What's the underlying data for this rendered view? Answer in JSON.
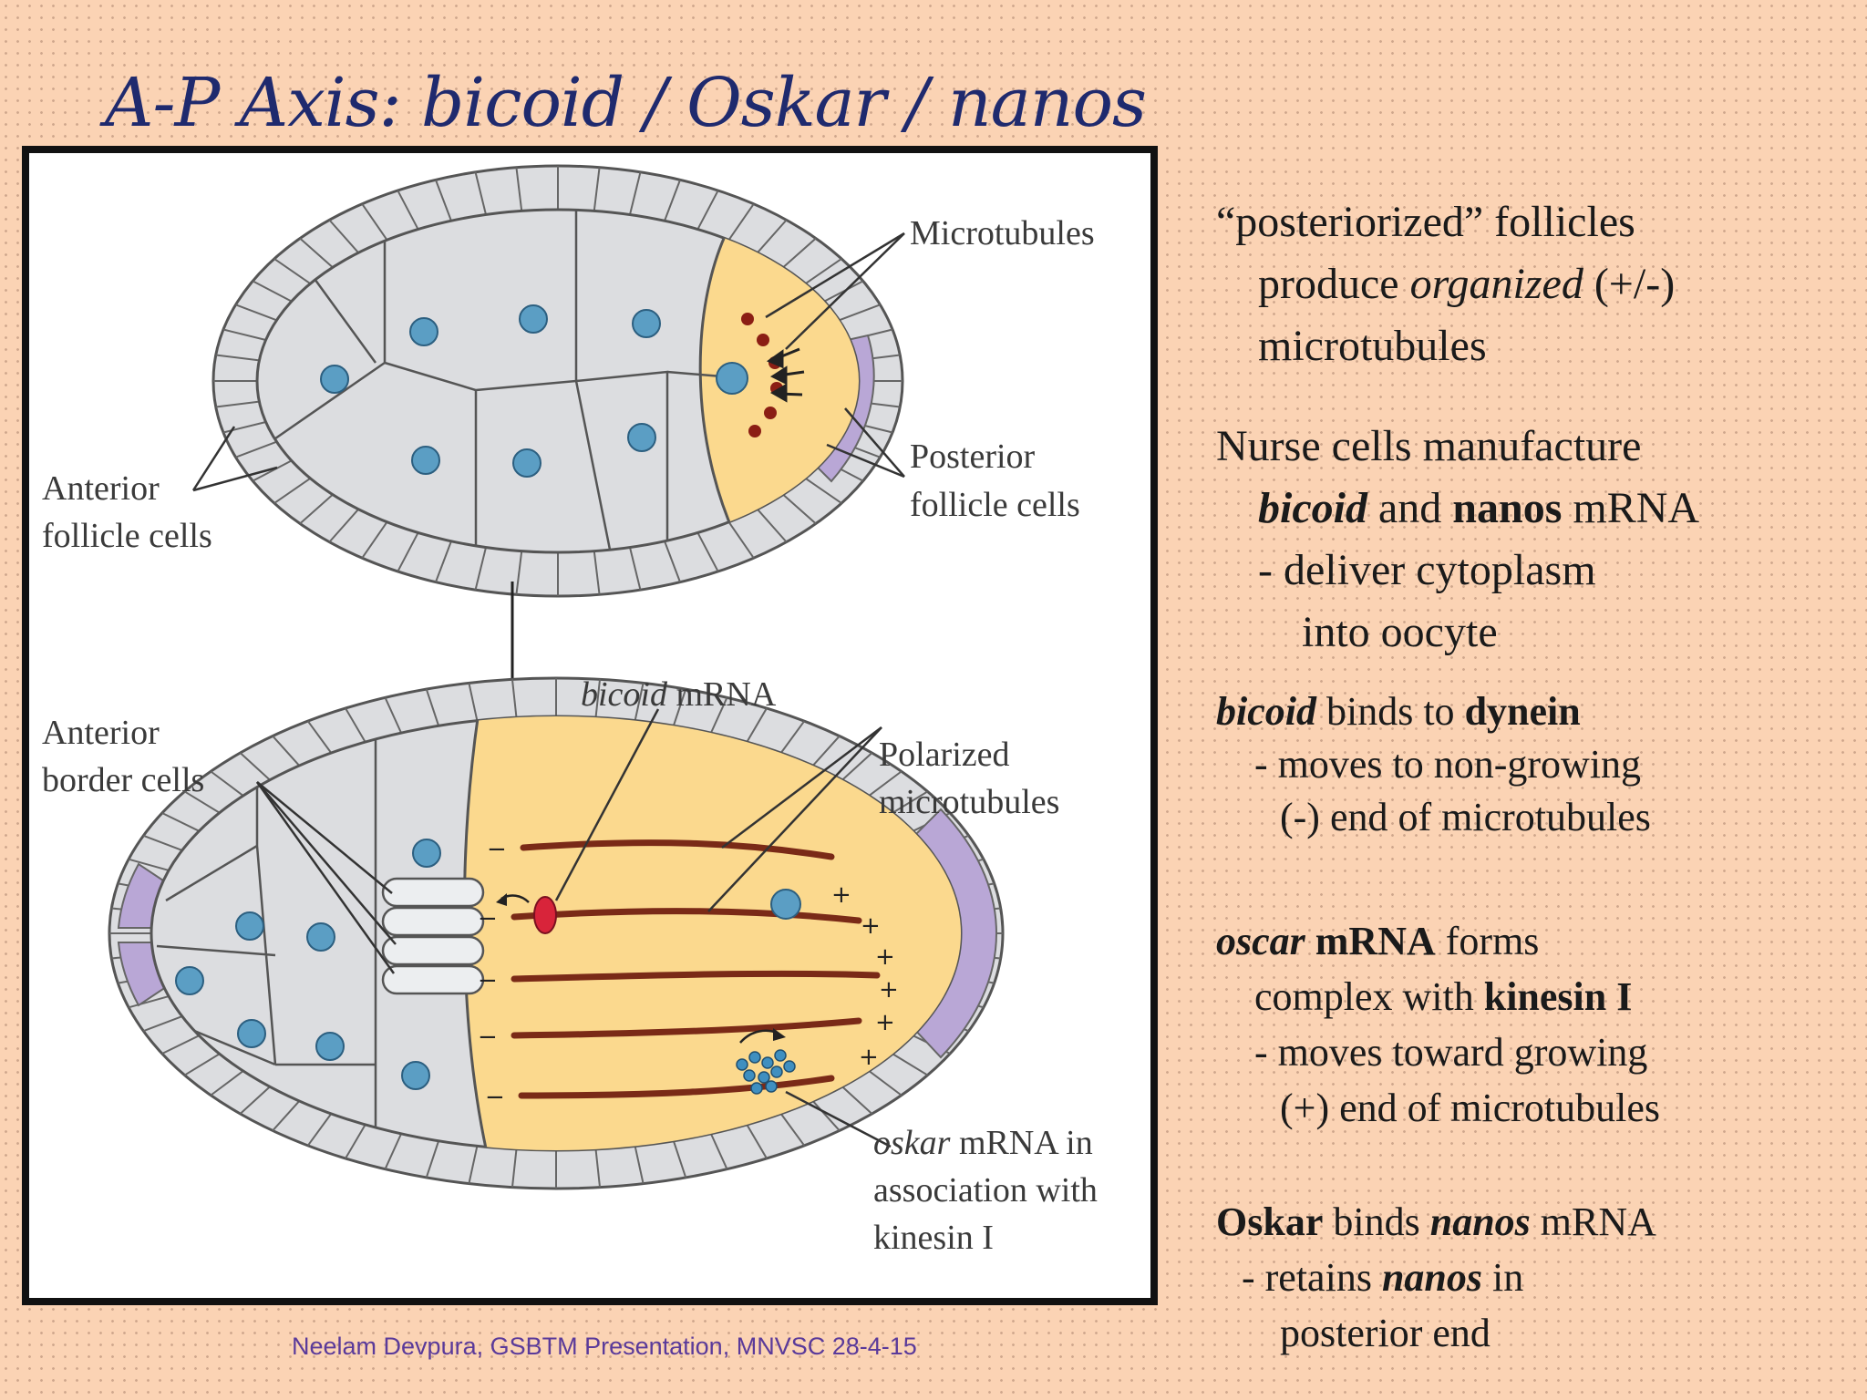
{
  "slide": {
    "title": "A-P Axis: bicoid / Oskar / nanos",
    "footer": "Neelam Devpura, GSBTM Presentation, MNVSC 28-4-15"
  },
  "figure": {
    "top_labels": {
      "microtubules": "Microtubules",
      "posterior_1": "Posterior",
      "posterior_2": "follicle cells",
      "anterior_1": "Anterior",
      "anterior_2": "follicle cells"
    },
    "bottom_labels": {
      "bicoid_italic": "bicoid",
      "bicoid_rest": " mRNA",
      "border_1": "Anterior",
      "border_2": "border cells",
      "polarized_1": "Polarized",
      "polarized_2": "microtubules",
      "oskar_italic": "oskar",
      "oskar_rest": " mRNA in",
      "oskar_2": "association with",
      "oskar_3": "kinesin I",
      "minus": "−",
      "plus": "+"
    },
    "colors": {
      "cell_fill": "#dcdde0",
      "oocyte_fill": "#fbd98e",
      "posterior_cells": "#b9a7d6",
      "nucleus": "#5b9ec4",
      "microtubule": "#7a2a17",
      "bicoid_mrna": "#d8243a"
    }
  },
  "notes": {
    "n1": {
      "l1": "“posteriorized” follicles",
      "l2a": "produce ",
      "l2b": "organized",
      "l2c": " (+/-)",
      "l3": "microtubules"
    },
    "n2": {
      "l1": "Nurse cells manufacture",
      "l2a": "bicoid",
      "l2b": " and ",
      "l2c": "nanos",
      "l2d": " mRNA",
      "l3": "- deliver cytoplasm",
      "l4": "into oocyte"
    },
    "n3": {
      "l1a": "bicoid",
      "l1b": " binds to ",
      "l1c": "dynein",
      "l2": "- moves to non-growing",
      "l3": "(-) end of microtubules"
    },
    "n4": {
      "l1a": "oscar",
      "l1b": " mRNA",
      "l1c": " forms",
      "l2a": "complex with ",
      "l2b": "kinesin I",
      "l3": "- moves toward growing",
      "l4": "(+) end of microtubules"
    },
    "n5": {
      "l1a": "Oskar",
      "l1b": " binds ",
      "l1c": "nanos",
      "l1d": " mRNA",
      "l2a": "- retains ",
      "l2b": "nanos",
      "l2c": " in",
      "l3": "posterior end"
    }
  }
}
